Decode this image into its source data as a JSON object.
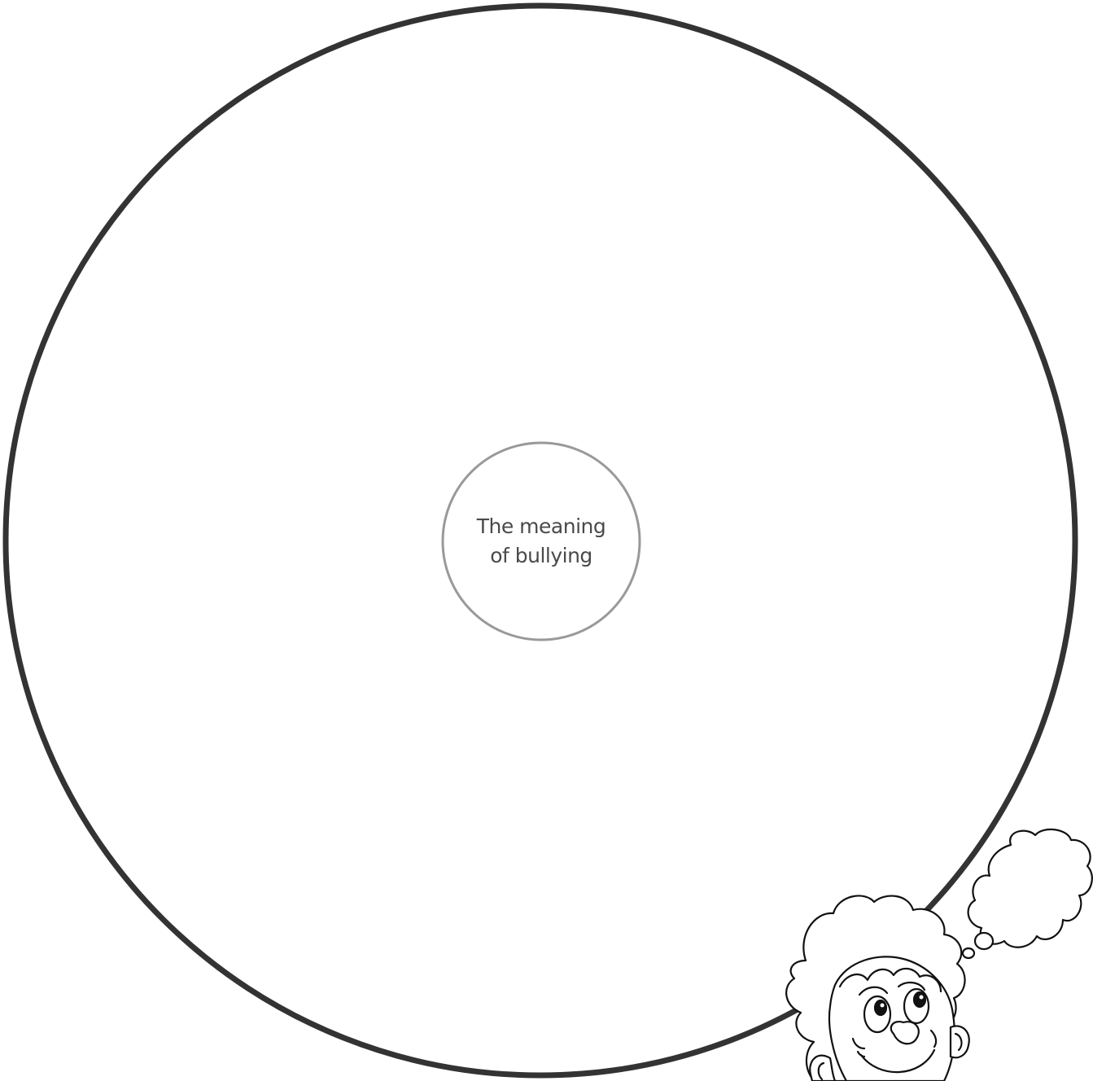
{
  "diagram": {
    "center_text": {
      "line1": "The meaning",
      "line2": "of bullying"
    },
    "outer_ring_color": "#333333",
    "inner_ring_color": "#999999",
    "illustration": "thinking-child-with-thought-bubble"
  }
}
